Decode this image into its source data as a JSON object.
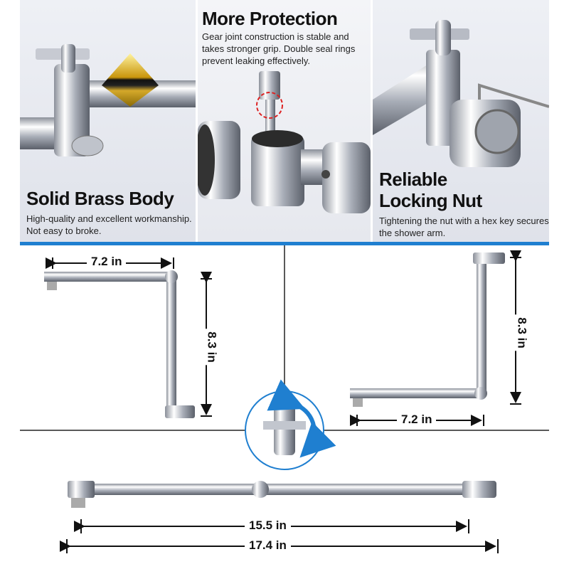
{
  "features": [
    {
      "title": "Solid Brass Body",
      "text": "High-quality and excellent workmanship. Not easy to broke."
    },
    {
      "title": "More Protection",
      "text": "Gear joint construction is stable and takes stronger grip. Double seal rings prevent leaking effectively."
    },
    {
      "title_line1": "Reliable",
      "title_line2": "Locking Nut",
      "text": "Tightening the nut with a hex key secures the shower arm."
    }
  ],
  "dimensions": {
    "config1_width": "7.2 in",
    "config1_height": "8.3 in",
    "config2_height": "8.3 in",
    "config2_width": "7.2 in",
    "straight_inner": "15.5 in",
    "straight_total": "17.4 in"
  },
  "colors": {
    "accent": "#1f7fd0",
    "rotate_arrow": "#1f7fd0"
  }
}
